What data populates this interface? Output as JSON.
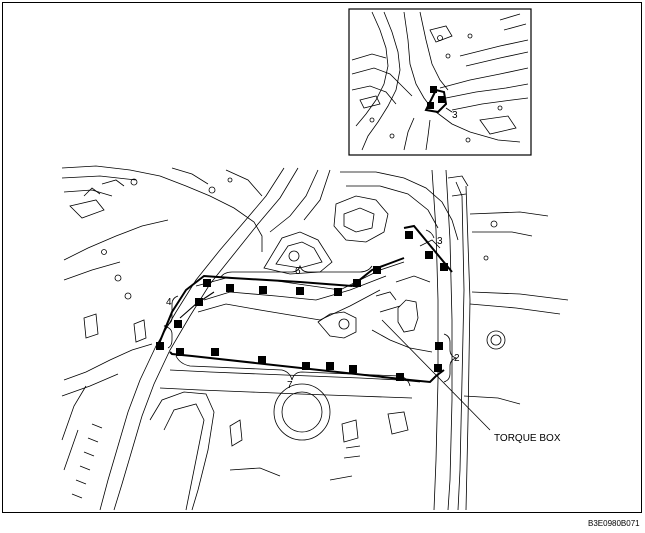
{
  "labels": {
    "torque_box": "TORQUE BOX",
    "callout_2": "2",
    "callout_3_main": "3",
    "callout_3_inset": "3",
    "callout_4": "4",
    "callout_6": "6",
    "callout_7": "7"
  },
  "figure_code": "B3E0980B071"
}
